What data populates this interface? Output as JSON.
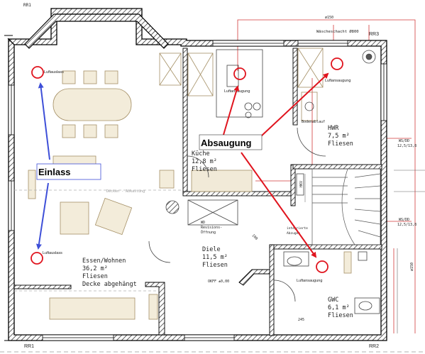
{
  "colors": {
    "wall_hatch": "#444444",
    "wall_line": "#000000",
    "annotation_red": "#e0141e",
    "annotation_blue": "#3e4fd8",
    "thin_red": "#d23a3a",
    "furniture": "#c9b48a",
    "furniture_dark": "#a59066"
  },
  "labels": {
    "einlass": "Einlass",
    "absaugung": "Absaugung",
    "luftauslass_top": "Luftauslass",
    "luftauslass_bottom": "Luftauslass",
    "luftansaugung_kueche": "Luftansaugung",
    "luftansaugung_hwr": "Luftansaugung",
    "luftansaugung_gwc": "Luftansaugung",
    "waeschschacht": "Wäscheschacht Ø800",
    "bodenablauf": "Bodenablauf",
    "decken_abkastung": "Decken - Abkastung",
    "wd_revision_1": "WD",
    "wd_revision_2": "Revisions-",
    "wd_revision_3": "Öffnung",
    "okff": "OKFF ±0,00",
    "integrierte_1": "integrierte",
    "integrierte_2": "Abzugen",
    "hkv": "HKV",
    "dim_100": "100",
    "dim_245": "245",
    "phi150_top": "ø150",
    "phi150_right": "ø150",
    "ws_dd_1a": "WS/DD",
    "ws_dd_1b": "12,5/13,8",
    "ws_dd_2a": "WS/DD",
    "ws_dd_2b": "12,5/13,8",
    "rr1": "RR1",
    "rr2": "RR2",
    "rr3": "RR3"
  },
  "rooms": {
    "essen": {
      "name": "Essen/Wohnen",
      "area": "36,2 m²",
      "floor": "Fliesen",
      "note": "Decke abgehängt"
    },
    "kueche": {
      "name": "Küche",
      "area": "12,8 m²",
      "floor": "Fliesen"
    },
    "hwr": {
      "name": "HWR",
      "area": "7,5 m²",
      "floor": "Fliesen"
    },
    "diele": {
      "name": "Diele",
      "area": "11,5 m²",
      "floor": "Fliesen"
    },
    "gwc": {
      "name": "GWC",
      "area": "6,1 m²",
      "floor": "Fliesen"
    }
  }
}
